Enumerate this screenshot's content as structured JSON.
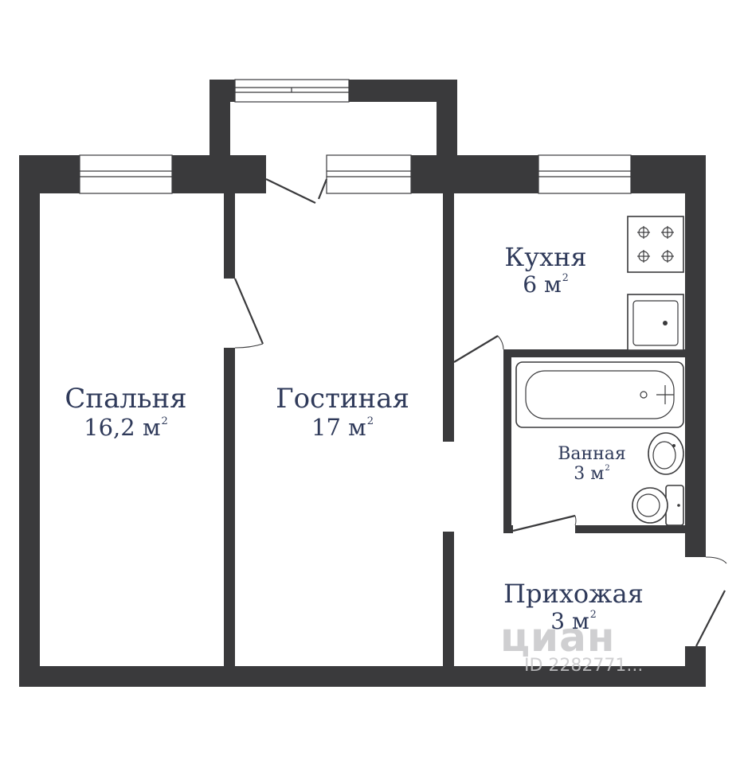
{
  "rooms": [
    {
      "id": "bedroom",
      "name": "Спальня",
      "area_value": "16,2 м",
      "area_unit_sup": "2"
    },
    {
      "id": "living",
      "name": "Гостиная",
      "area_value": "17 м",
      "area_unit_sup": "2"
    },
    {
      "id": "kitchen",
      "name": "Кухня",
      "area_value": "6 м",
      "area_unit_sup": "2"
    },
    {
      "id": "bathroom",
      "name": "Ванная",
      "area_value": "3 м",
      "area_unit_sup": "2"
    },
    {
      "id": "hallway",
      "name": "Прихожая",
      "area_value": "3 м",
      "area_unit_sup": "2"
    }
  ],
  "watermark": {
    "brand": "циан",
    "id_text": "ID 2282771..."
  },
  "colors": {
    "wall": "#3a3a3c",
    "label": "#2f3a5a",
    "watermark": "#c7c7c9"
  }
}
